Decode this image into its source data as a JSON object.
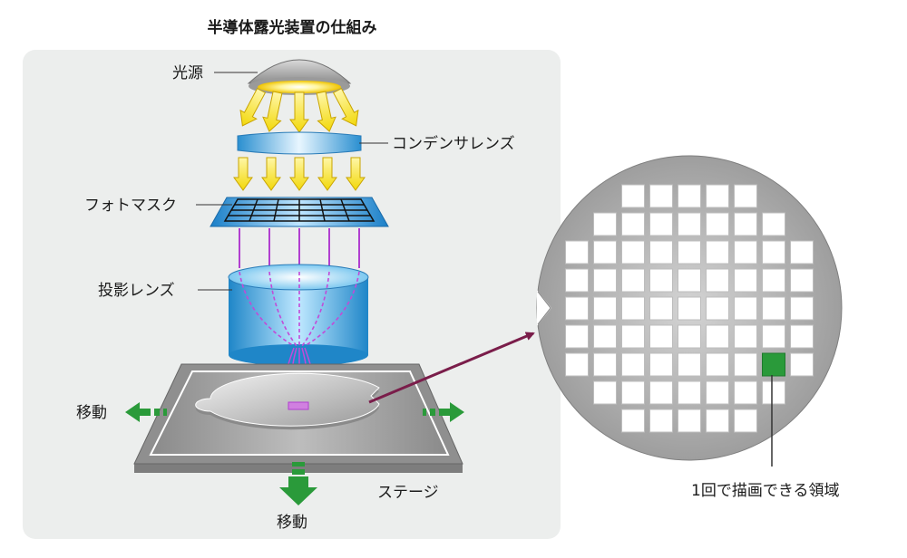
{
  "title": "半導体露光装置の仕組み",
  "labels": {
    "light_source": "光源",
    "condenser_lens": "コンデンサレンズ",
    "photomask": "フォトマスク",
    "projection_lens": "投影レンズ",
    "move_left": "移動",
    "move_bottom": "移動",
    "stage": "ステージ",
    "area_note": "1回で描画できる領域"
  },
  "colors": {
    "panel": "#eceeed",
    "light_arrows": "#f2e21a",
    "lens_blue": "#3aa7e0",
    "mask_lines": "#b13fd0",
    "pointer_arrow": "#7a1d4a",
    "move_arrows": "#2a9a3a",
    "exposure_highlight": "#2a9a3a",
    "wafer_gray": "#a9a9a9"
  },
  "wafer_map": {
    "rows": [
      5,
      7,
      9,
      9,
      9,
      9,
      9,
      7,
      5
    ],
    "highlight": {
      "row": 6,
      "col": 7
    }
  }
}
